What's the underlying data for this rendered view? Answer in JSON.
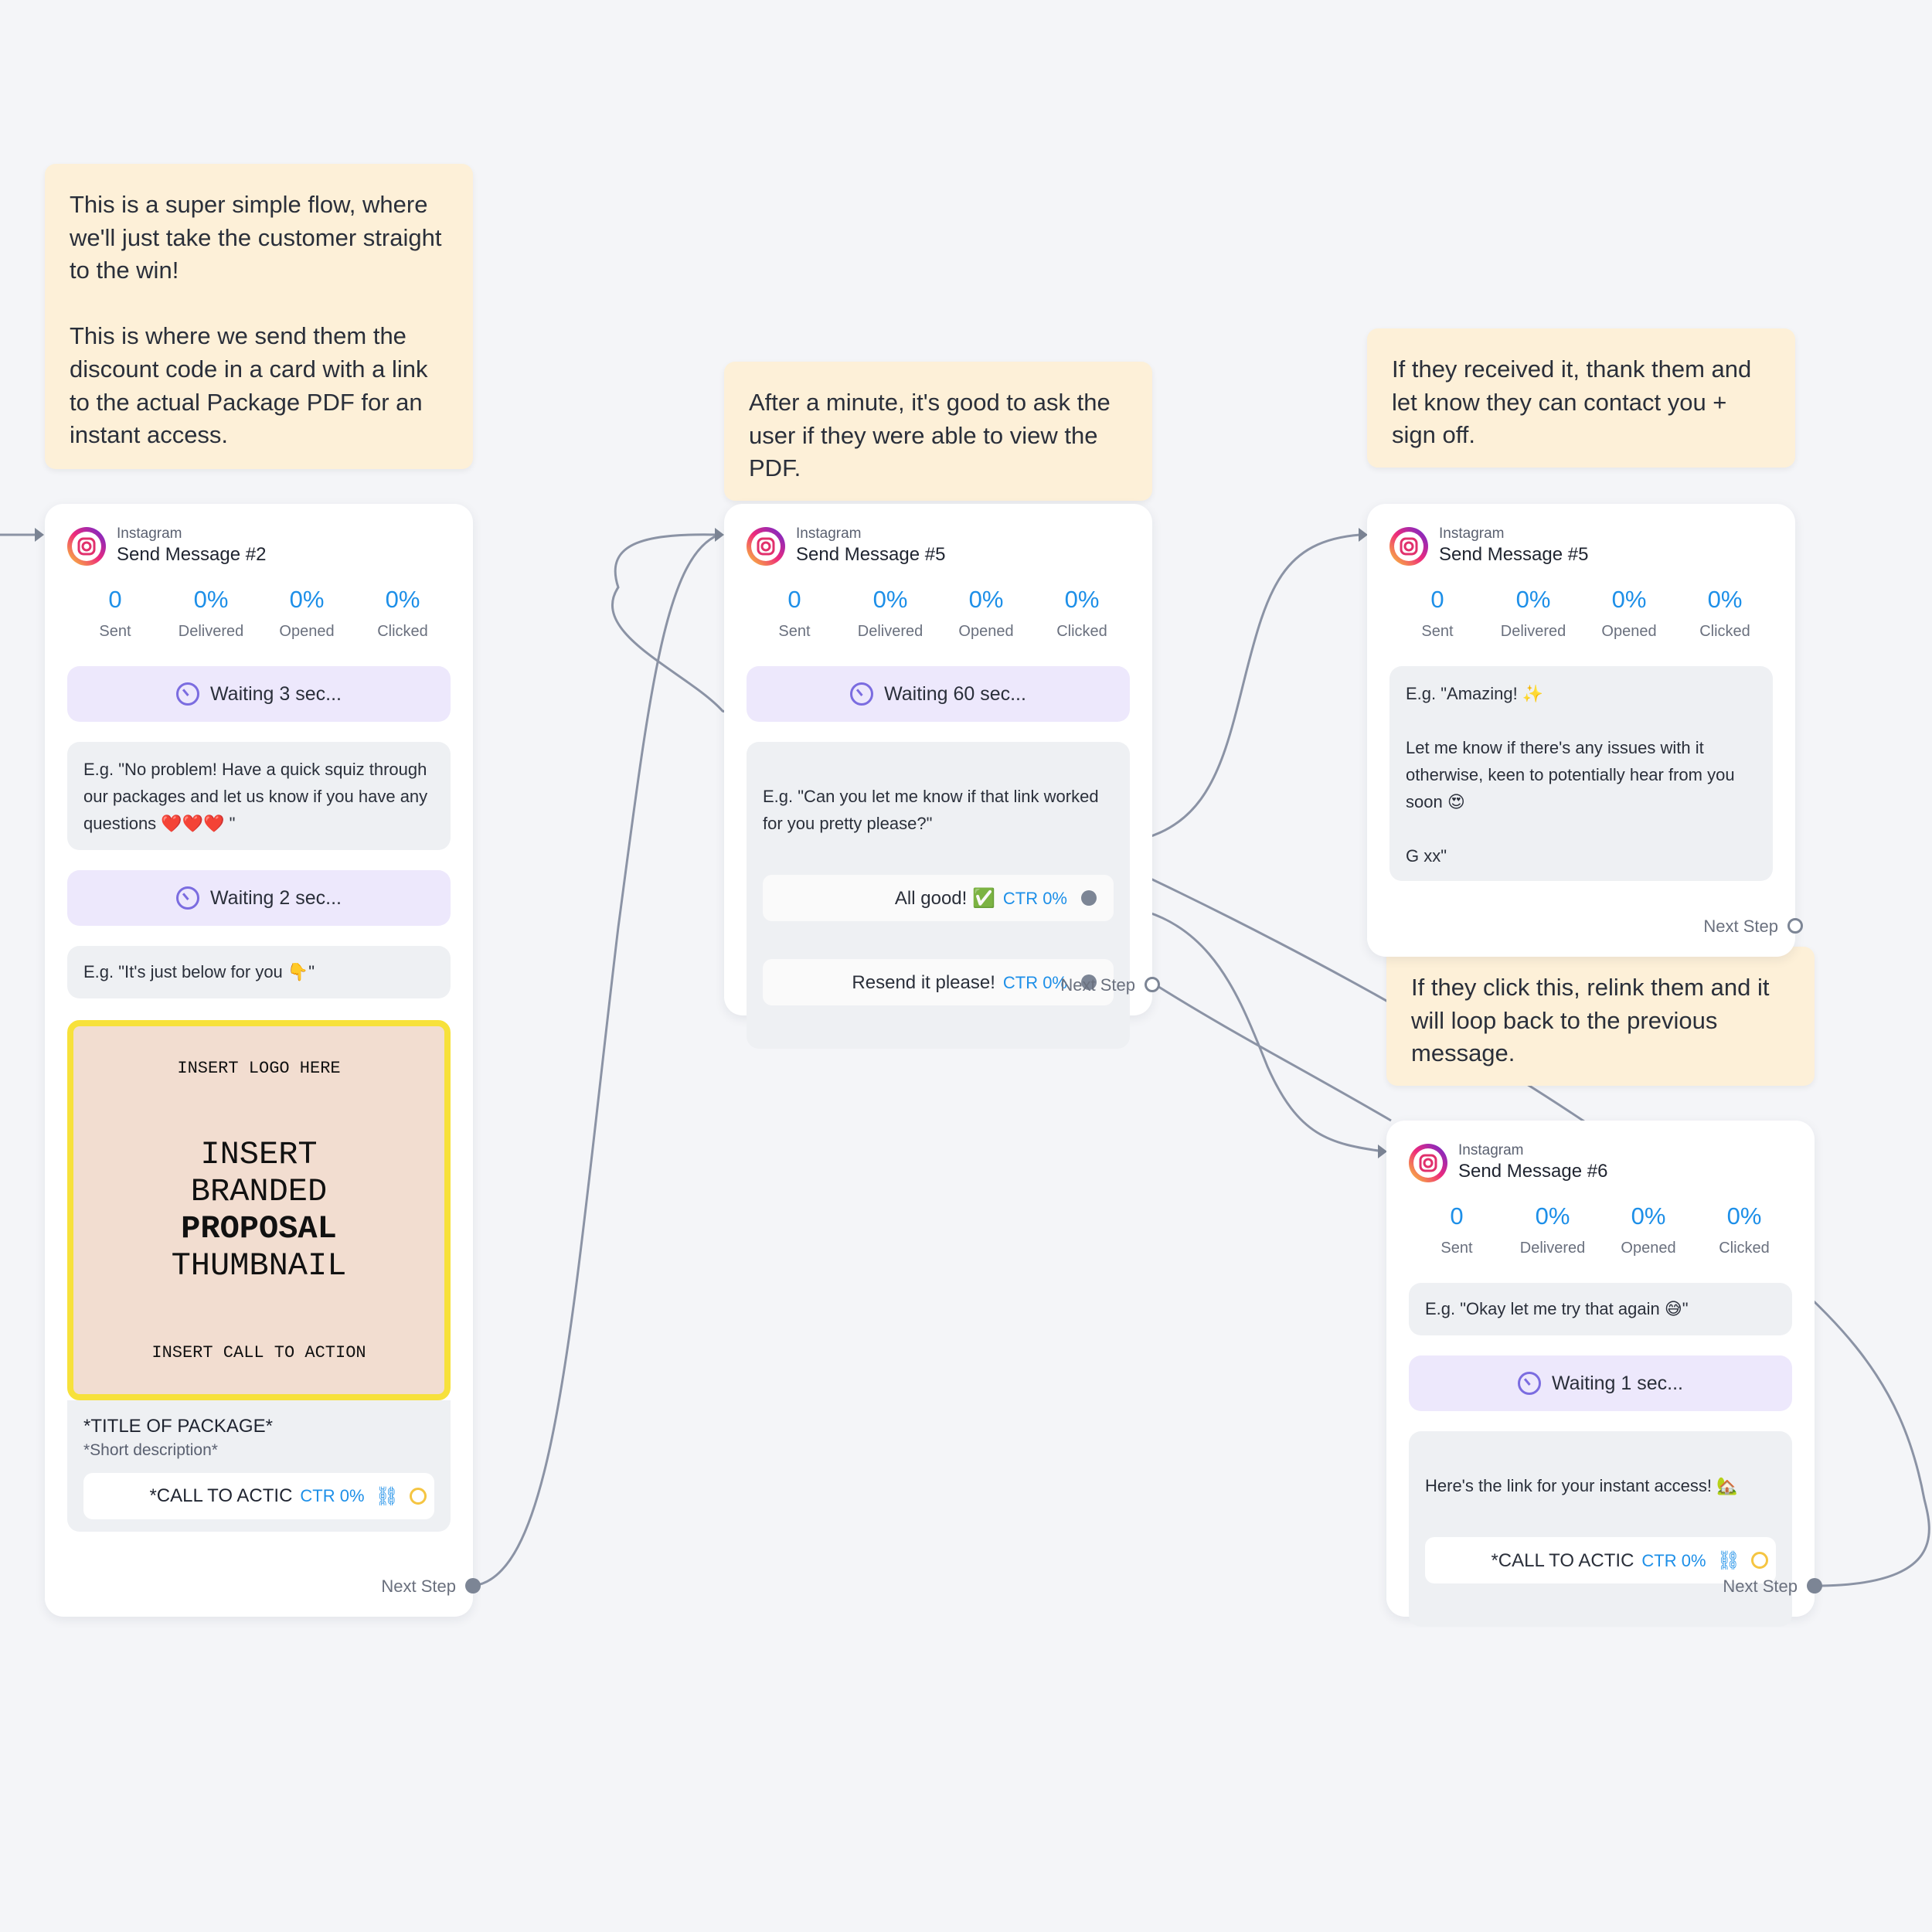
{
  "notes": {
    "n1": "This is a super simple flow, where we'll just take the customer straight to the win!\n\nThis is where we send them the discount code in a card with a link to the actual Package PDF for an instant access.",
    "n2": "After a minute, it's good to ask the user if they were able to view the PDF.",
    "n3": "If they received it, thank them and let know they can contact you + sign off.",
    "n4": "If they click this, relink them and it will loop back to the previous message."
  },
  "stat_labels": {
    "sent": "Sent",
    "delivered": "Delivered",
    "opened": "Opened",
    "clicked": "Clicked"
  },
  "next_step_label": "Next Step",
  "cards": {
    "c1": {
      "platform": "Instagram",
      "title": "Send Message #2",
      "stats": {
        "sent": "0",
        "delivered": "0%",
        "opened": "0%",
        "clicked": "0%"
      },
      "wait1": "Waiting 3 sec...",
      "msg1": "E.g. \"No problem! Have a quick squiz through our packages and let us know if you have any questions ❤️❤️❤️ \"",
      "wait2": "Waiting 2 sec...",
      "msg2": "E.g. \"It's just below for you 👇\"",
      "thumb": {
        "top": "INSERT LOGO HERE",
        "l1": "INSERT",
        "l2": "BRANDED",
        "l3": "PROPOSAL",
        "l4": "THUMBNAIL",
        "bottom": "INSERT CALL TO ACTION"
      },
      "package_title": "*TITLE OF PACKAGE*",
      "package_desc": "*Short description*",
      "cta": "*CALL TO ACTIC",
      "cta_ctr": "CTR 0%"
    },
    "c2": {
      "platform": "Instagram",
      "title": "Send Message #5",
      "stats": {
        "sent": "0",
        "delivered": "0%",
        "opened": "0%",
        "clicked": "0%"
      },
      "wait": "Waiting 60 sec...",
      "msg": "E.g. \"Can you let me know if that link worked for you pretty please?\"",
      "btn1": "All good! ✅",
      "btn1_ctr": "CTR 0%",
      "btn2": "Resend it please!",
      "btn2_ctr": "CTR 0%"
    },
    "c3": {
      "platform": "Instagram",
      "title": "Send Message #5",
      "stats": {
        "sent": "0",
        "delivered": "0%",
        "opened": "0%",
        "clicked": "0%"
      },
      "msg": "E.g. \"Amazing! ✨\n\nLet me know if there's any issues with it otherwise, keen to potentially hear from you soon 😍\n\nG xx\""
    },
    "c4": {
      "platform": "Instagram",
      "title": "Send Message #6",
      "stats": {
        "sent": "0",
        "delivered": "0%",
        "opened": "0%",
        "clicked": "0%"
      },
      "msg": "E.g. \"Okay let me try that again 😅\"",
      "wait": "Waiting 1 sec...",
      "msg2": "Here's the link for your instant access! 🏡",
      "cta": "*CALL TO ACTIC",
      "cta_ctr": "CTR 0%"
    }
  },
  "colors": {
    "accent": "#1d8fe8",
    "note": "#fdf0d8",
    "wait": "#ede8fc",
    "connector": "#8b93a5",
    "thumb_border": "#f7e13b"
  }
}
